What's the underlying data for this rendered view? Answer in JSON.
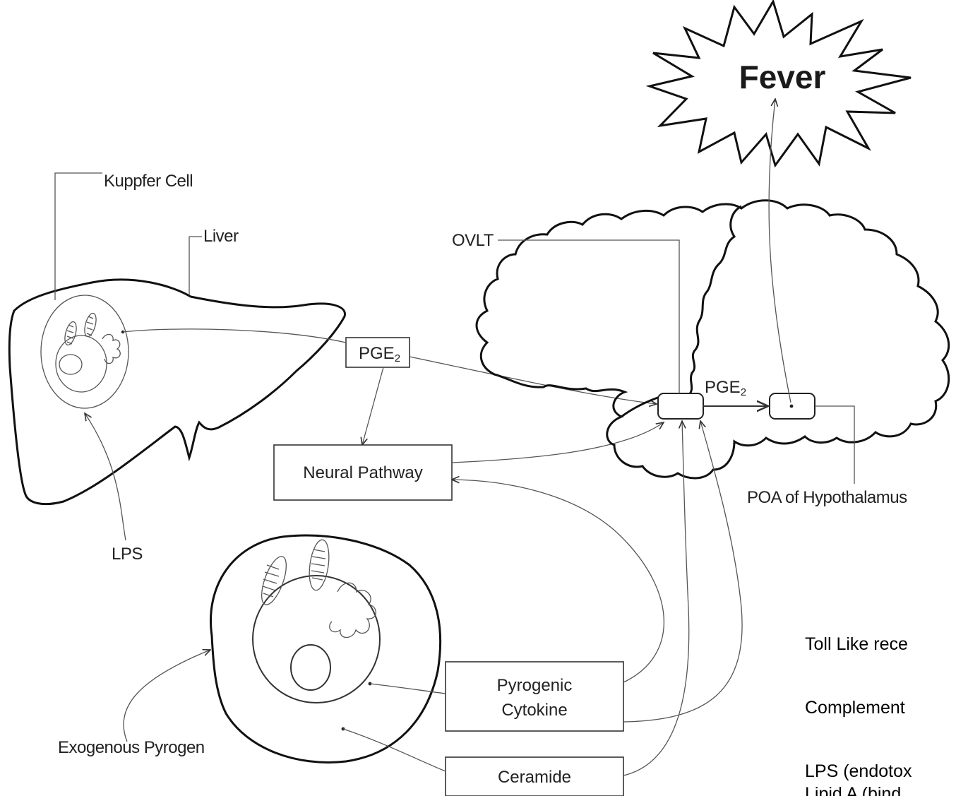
{
  "title": "Fever",
  "labels": {
    "kuppfer_cell": "Kuppfer Cell",
    "liver": "Liver",
    "ovlt": "OVLT",
    "poa": "POA of Hypothalamus",
    "lps": "LPS",
    "exogenous_pyrogen": "Exogenous Pyrogen",
    "pge2_top": "PGE",
    "pge2_brain": "PGE",
    "subscript_2": "2"
  },
  "boxes": {
    "neural_pathway": "Neural Pathway",
    "pyrogenic_line1": "Pyrogenic",
    "pyrogenic_line2": "Cytokine",
    "ceramide": "Ceramide"
  },
  "side_notes": [
    "Toll Like rece",
    "Complement",
    "LPS (endotox",
    "Lipid A (bind"
  ]
}
